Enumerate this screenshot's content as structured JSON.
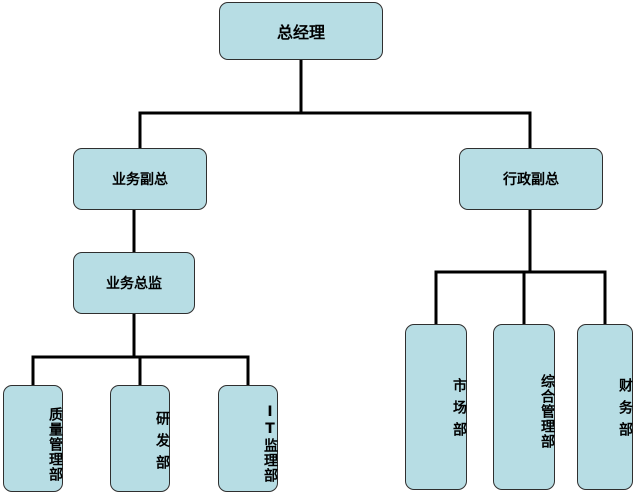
{
  "diagram": {
    "nodes": {
      "root": "总经理",
      "vp_business": "业务副总",
      "vp_admin": "行政副总",
      "director": "业务总监",
      "quality": "质量管理部",
      "rnd": "研发部",
      "it": "IT监理部",
      "market": "市场部",
      "general_admin": "综合管理部",
      "finance": "财务部"
    },
    "colors": {
      "node_fill": "#b7dde4",
      "node_border": "#2f2f2f",
      "connector": "#000000"
    }
  }
}
